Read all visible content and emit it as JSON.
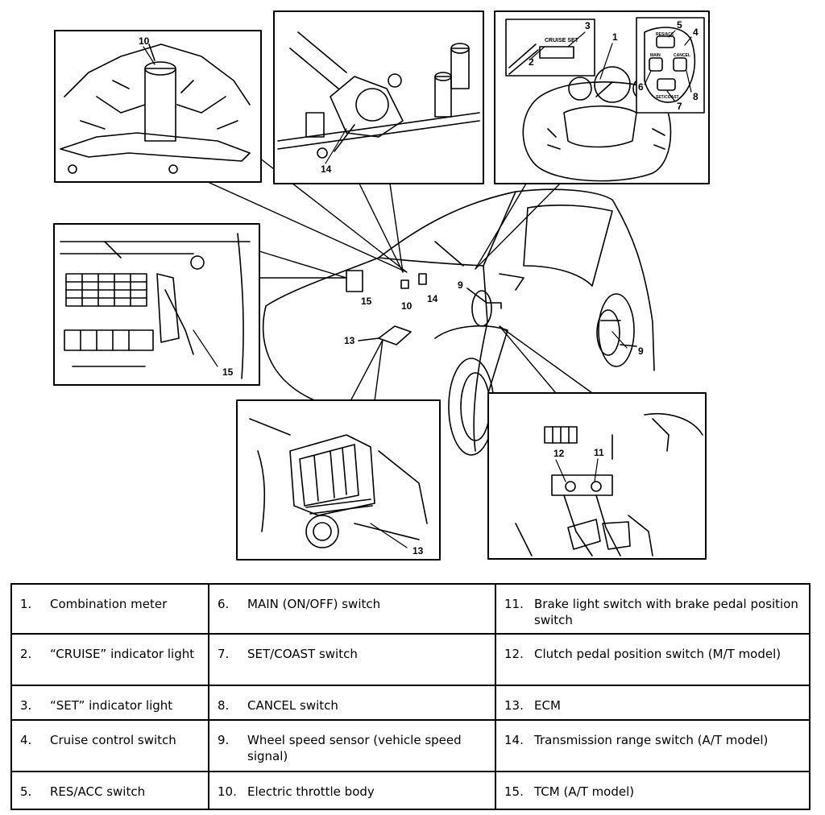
{
  "diagram": {
    "callouts": {
      "c1": "1",
      "c2": "2",
      "c3": "3",
      "c4": "4",
      "c5": "5",
      "c6": "6",
      "c7": "7",
      "c8": "8",
      "c9a": "9",
      "c9b": "9",
      "c10a": "10",
      "c10b": "10",
      "c11": "11",
      "c12": "12",
      "c13a": "13",
      "c13b": "13",
      "c14a": "14",
      "c14b": "14",
      "c15a": "15",
      "c15b": "15"
    },
    "meter_text": "CRUISE SET",
    "switch_labels": {
      "res": "RES/ACC",
      "main": "MAIN",
      "set": "SET/COAST",
      "cancel": "CANCEL"
    }
  },
  "legend": {
    "rows": [
      [
        {
          "num": "1.",
          "text": "Combination meter"
        },
        {
          "num": "6.",
          "text": "MAIN (ON/OFF) switch"
        },
        {
          "num": "11.",
          "text": "Brake light switch with brake pedal position switch"
        }
      ],
      [
        {
          "num": "2.",
          "text": "“CRUISE” indicator light"
        },
        {
          "num": "7.",
          "text": "SET/COAST switch"
        },
        {
          "num": "12.",
          "text": "Clutch pedal position switch (M/T model)"
        }
      ],
      [
        {
          "num": "3.",
          "text": "“SET” indicator light"
        },
        {
          "num": "8.",
          "text": "CANCEL switch"
        },
        {
          "num": "13.",
          "text": "ECM"
        }
      ],
      [
        {
          "num": "4.",
          "text": "Cruise control switch"
        },
        {
          "num": "9.",
          "text": "Wheel speed sensor (vehicle speed signal)"
        },
        {
          "num": "14.",
          "text": "Transmission range switch (A/T model)"
        }
      ],
      [
        {
          "num": "5.",
          "text": "RES/ACC switch"
        },
        {
          "num": "10.",
          "text": "Electric throttle body"
        },
        {
          "num": "15.",
          "text": "TCM (A/T model)"
        }
      ]
    ]
  }
}
